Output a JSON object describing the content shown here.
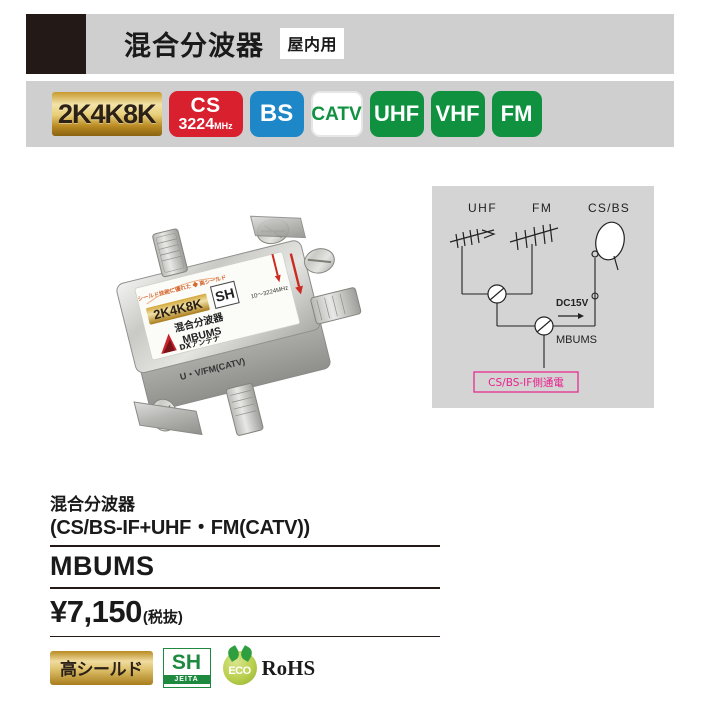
{
  "header": {
    "title": "混合分波器",
    "tag": "屋内用"
  },
  "badges": [
    {
      "id": "2k4k8k",
      "label": "2K4K8K",
      "style": "gold"
    },
    {
      "id": "cs",
      "line1": "CS",
      "line2": "3224",
      "line2_unit": "MHz",
      "style": "red",
      "color": "#d8202f"
    },
    {
      "id": "bs",
      "label": "BS",
      "style": "blue",
      "color": "#1e87c7"
    },
    {
      "id": "catv",
      "label": "CATV",
      "style": "white-green",
      "color": "#0f9140"
    },
    {
      "id": "uhf",
      "label": "UHF",
      "style": "green",
      "color": "#0f9140"
    },
    {
      "id": "vhf",
      "label": "VHF",
      "style": "green",
      "color": "#0f9140"
    },
    {
      "id": "fm",
      "label": "FM",
      "style": "green",
      "color": "#0f9140"
    }
  ],
  "product_photo": {
    "label_brand": "DXアンテナ",
    "label_model_badge": "2K4K8K",
    "label_sh": "SH",
    "label_name": "混合分波器",
    "label_model": "MBUMS",
    "label_freq": "10～3224MHz",
    "label_shield": "高シールド",
    "port_label": "U・V/FM(CATV)"
  },
  "diagram": {
    "uhf_label": "UHF",
    "fm_label": "FM",
    "csbs_label": "CS/BS",
    "dc_label": "DC15V",
    "device_label": "MBUMS",
    "note": "CS/BS-IF側通電",
    "note_color": "#e8208c"
  },
  "info": {
    "product_name_line1": "混合分波器",
    "product_name_line2": "(CS/BS-IF+UHF・FM(CATV))",
    "model": "MBUMS",
    "price": "¥7,150",
    "price_tax": "(税抜)"
  },
  "certifications": [
    {
      "id": "high-shield",
      "label": "高シールド"
    },
    {
      "id": "sh-jeita",
      "label": "SH",
      "sub": "JEITA"
    },
    {
      "id": "eco-rohs",
      "label": "ECO",
      "text": "RoHS"
    }
  ]
}
